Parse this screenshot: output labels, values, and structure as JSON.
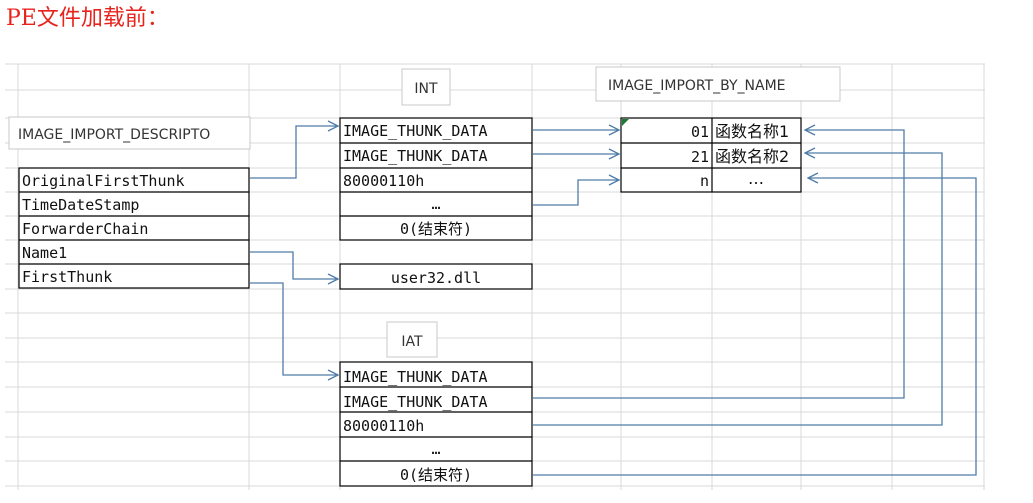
{
  "title": "PE文件加载前：",
  "labels": {
    "descriptor": "IMAGE_IMPORT_DESCRIPTO",
    "int": "INT",
    "by_name": "IMAGE_IMPORT_BY_NAME",
    "iat": "IAT"
  },
  "descriptor_fields": [
    "OriginalFirstThunk",
    "TimeDateStamp",
    "ForwarderChain",
    "Name1",
    "FirstThunk"
  ],
  "int_entries": [
    "IMAGE_THUNK_DATA",
    "IMAGE_THUNK_DATA",
    "80000110h",
    "…",
    "0(结束符)"
  ],
  "dll_name": "user32.dll",
  "iat_entries": [
    "IMAGE_THUNK_DATA",
    "IMAGE_THUNK_DATA",
    "80000110h",
    "…",
    "0(结束符)"
  ],
  "by_name_rows": [
    {
      "hint": "01",
      "name": "函数名称1"
    },
    {
      "hint": "21",
      "name": "函数名称2"
    },
    {
      "hint": "n",
      "name": "…"
    }
  ],
  "colors": {
    "title": "#e8231c",
    "arrow": "#4f7ca8",
    "grid": "#d9d9d9",
    "border": "#000000"
  }
}
